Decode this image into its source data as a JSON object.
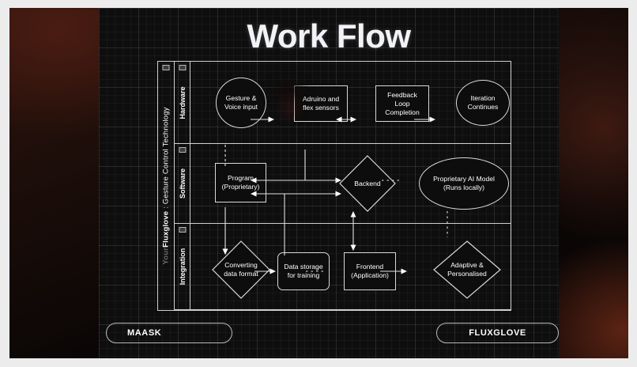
{
  "slide": {
    "title": "Work Flow",
    "background_color": "#0e0e0e",
    "frame_color": "#ececed",
    "accent_color": "#ffffff"
  },
  "flowchart": {
    "pool_label_prefix": "Your",
    "pool_label": "Fluxglove : Gesture Control Technology",
    "pool_label_bold": "Fluxglove",
    "pool_label_rest": " : Gesture Control Technology",
    "lanes": [
      {
        "id": "hardware",
        "label": "Hardware"
      },
      {
        "id": "software",
        "label": "Software"
      },
      {
        "id": "integration",
        "label": "Integration"
      }
    ],
    "nodes": [
      {
        "id": "gesture-voice-input",
        "lane": "hardware",
        "shape": "circle",
        "label": "Gesture &\nVoice input"
      },
      {
        "id": "arduino-flex-sensors",
        "lane": "hardware",
        "shape": "rect",
        "label": "Adruino and\nflex sensors"
      },
      {
        "id": "feedback-loop-completion",
        "lane": "hardware",
        "shape": "rect",
        "label": "Feedback\nLoop\nCompletion"
      },
      {
        "id": "iteration-continues",
        "lane": "hardware",
        "shape": "ellipse",
        "label": "Iteration\nContinues"
      },
      {
        "id": "program-proprietary",
        "lane": "software",
        "shape": "rect",
        "label": "Program\n(Proprietary)"
      },
      {
        "id": "backend",
        "lane": "software",
        "shape": "diamond",
        "label": "Backend"
      },
      {
        "id": "proprietary-ai-model",
        "lane": "software",
        "shape": "ellipse",
        "label": "Proprietary AI Model\n(Runs locally)"
      },
      {
        "id": "converting-data-format",
        "lane": "integration",
        "shape": "diamond",
        "label": "Converting\ndata format"
      },
      {
        "id": "data-storage-for-training",
        "lane": "integration",
        "shape": "rounded",
        "label": "Data storage\nfor training"
      },
      {
        "id": "frontend-application",
        "lane": "integration",
        "shape": "rect",
        "label": "Frontend\n(Application)"
      },
      {
        "id": "adaptive-personalised",
        "lane": "integration",
        "shape": "diamond",
        "label": "Adaptive &\nPersonalised"
      }
    ],
    "node_labels": {
      "gesture_voice_input_line1": "Gesture &",
      "gesture_voice_input_line2": "Voice input",
      "arduino_line1": "Adruino and",
      "arduino_line2": "flex sensors",
      "feedback_line1": "Feedback",
      "feedback_line2": "Loop",
      "feedback_line3": "Completion",
      "iteration_line1": "Iteration",
      "iteration_line2": "Continues",
      "program_line1": "Program",
      "program_line2": "(Proprietary)",
      "backend_line1": "Backend",
      "ai_model_line1": "Proprietary AI Model",
      "ai_model_line2": "(Runs locally)",
      "converting_line1": "Converting",
      "converting_line2": "data format",
      "storage_line1": "Data storage",
      "storage_line2": "for training",
      "frontend_line1": "Frontend",
      "frontend_line2": "(Application)",
      "adaptive_line1": "Adaptive &",
      "adaptive_line2": "Personalised"
    }
  },
  "footer": {
    "left_pill": "MAASK",
    "right_pill": "FLUXGLOVE"
  }
}
